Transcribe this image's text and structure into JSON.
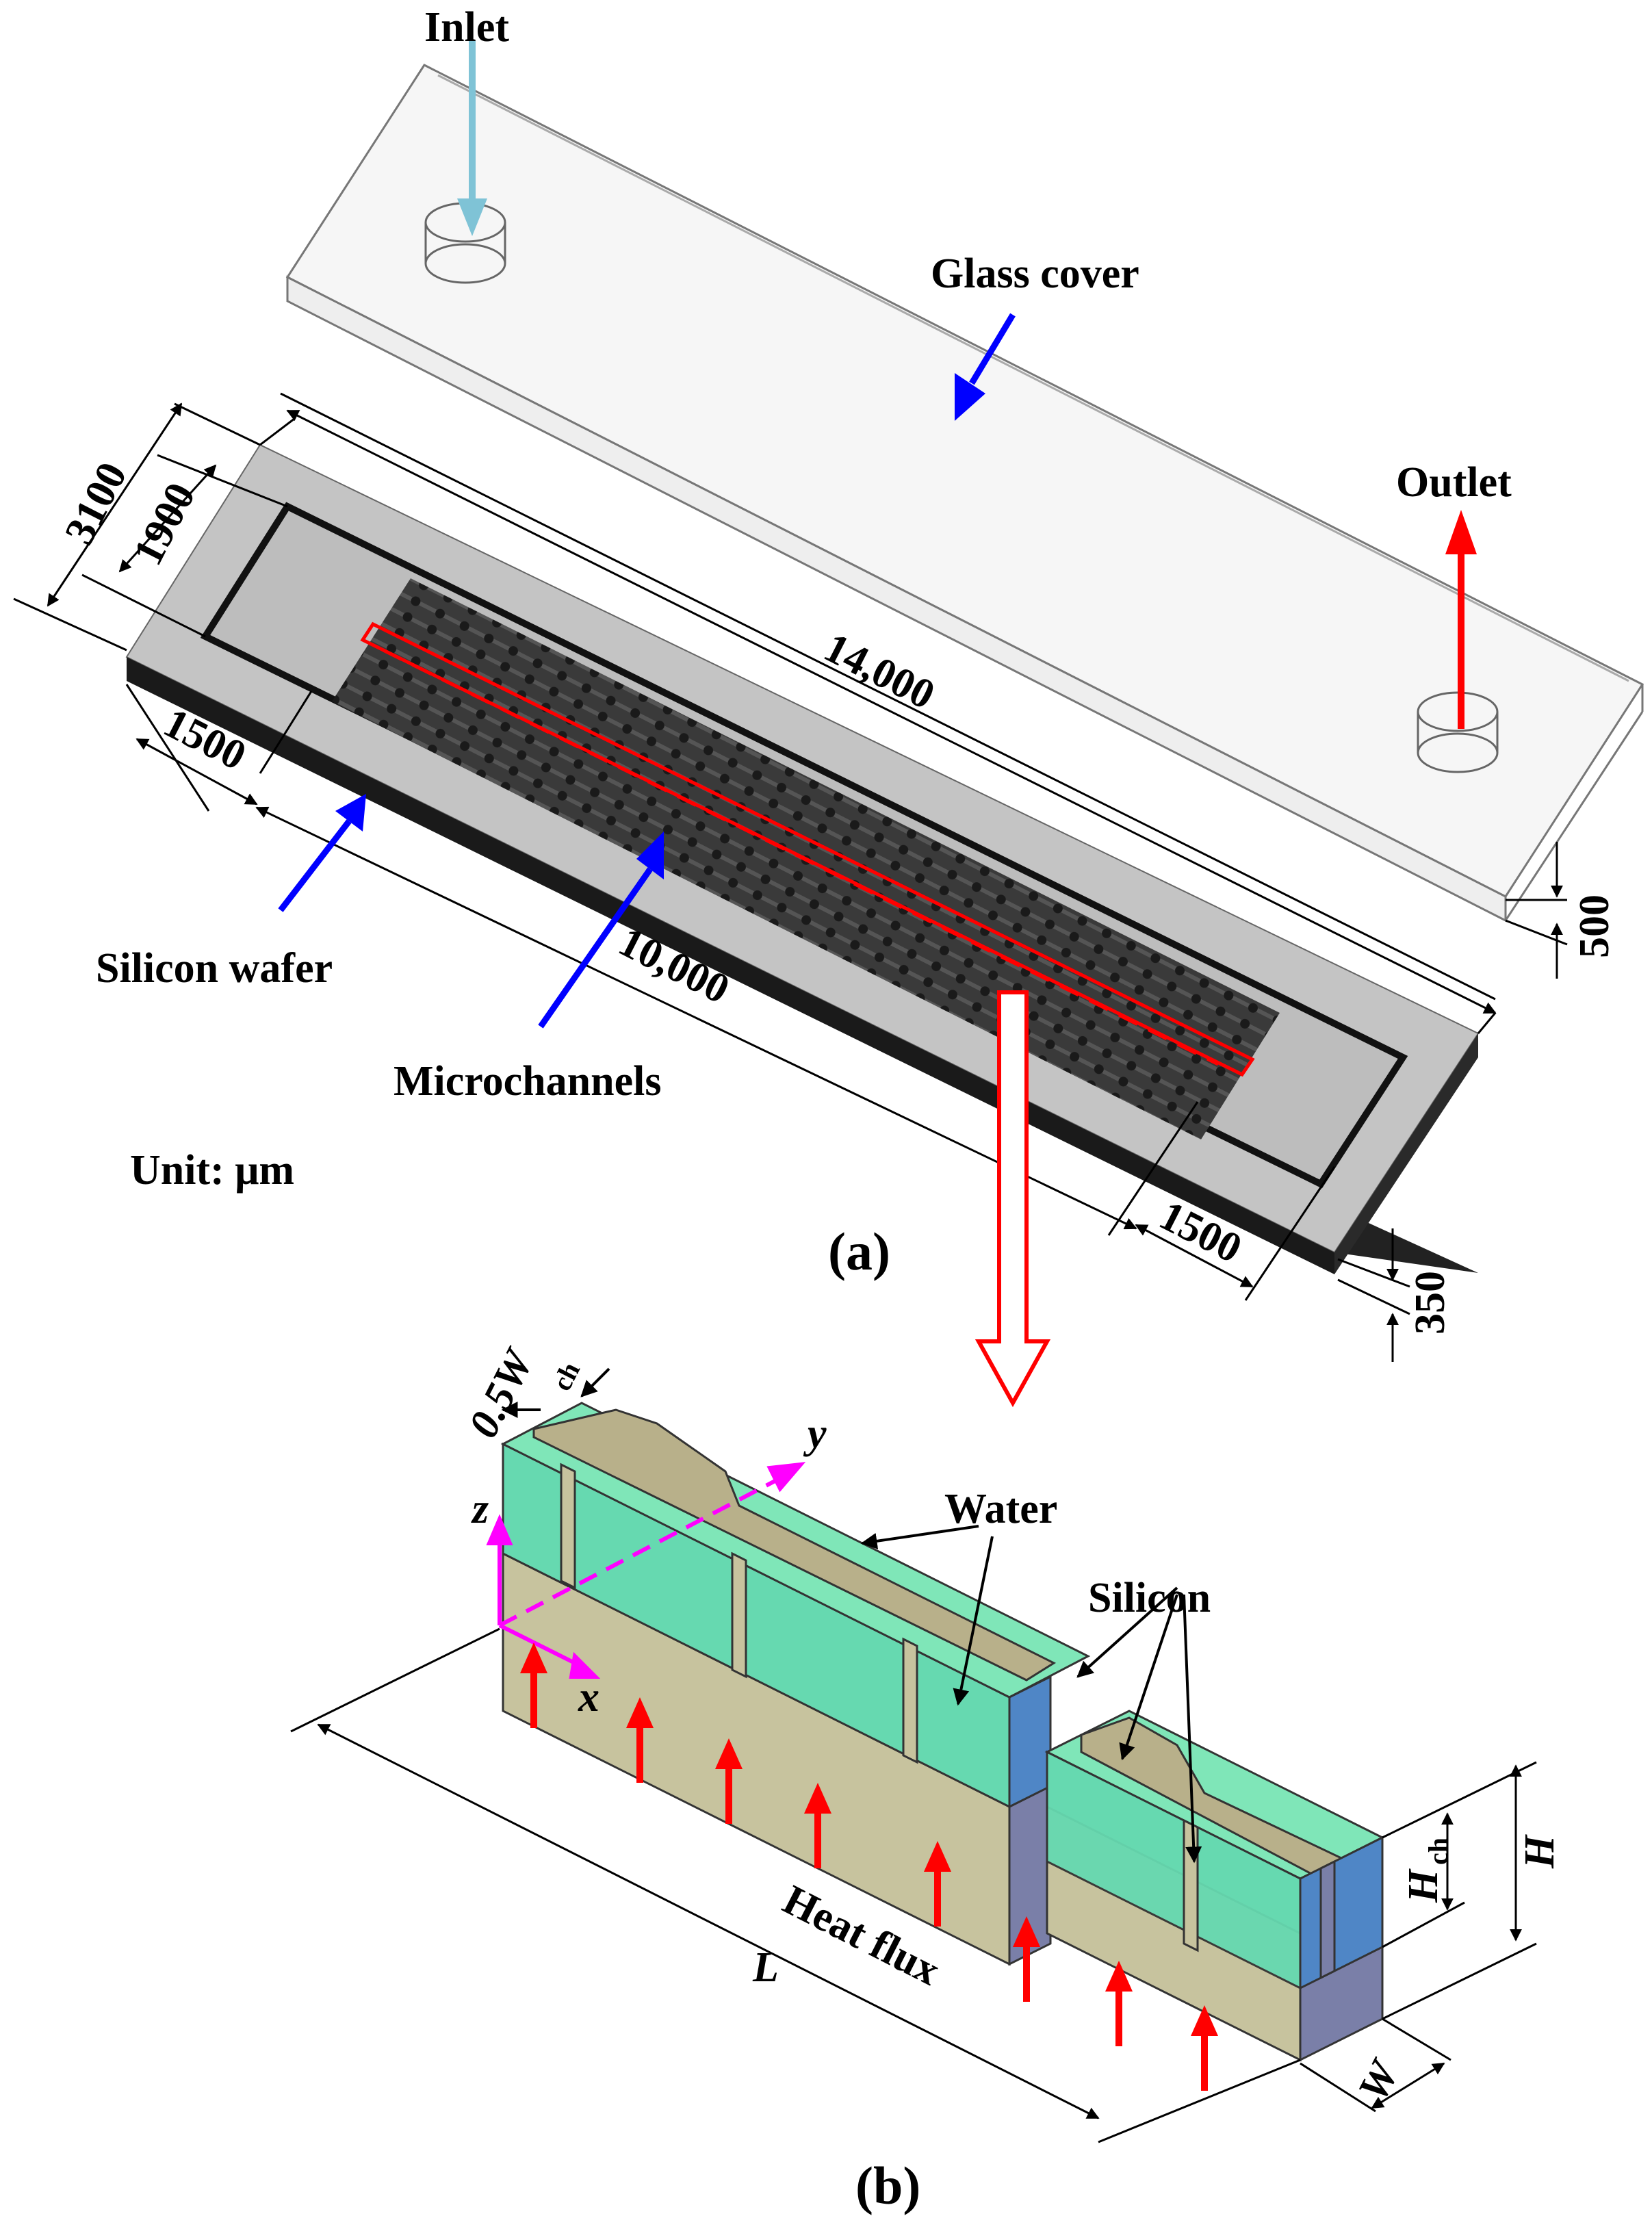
{
  "panel_a": {
    "inlet": "Inlet",
    "outlet": "Outlet",
    "glass_cover": "Glass cover",
    "silicon_wafer": "Silicon wafer",
    "microchannels": "Microchannels",
    "unit": "Unit: μm",
    "panel_label": "(a)",
    "dims": {
      "d3100": "3100",
      "d1900": "1900",
      "d14000": "14,000",
      "d1500_left": "1500",
      "d10000": "10,000",
      "d1500_right": "1500",
      "d500": "500",
      "d350": "350"
    }
  },
  "panel_b": {
    "width_label": "0.5W",
    "width_sub": "ch",
    "axis_x": "x",
    "axis_y": "y",
    "axis_z": "z",
    "water": "Water",
    "silicon": "Silicon",
    "heat_flux": "Heat flux",
    "L": "L",
    "W": "W",
    "H": "H",
    "Hch": "H",
    "Hch_sub": "ch",
    "panel_label": "(b)"
  },
  "colors": {
    "inlet_arrow": "#7fc3d6",
    "outlet_arrow": "#ff0000",
    "label_arrow": "#0000ff",
    "axis": "#ff00ff",
    "water": "#66d9b0",
    "silicon_top": "#b8b08a",
    "silicon_front": "#c7c39e",
    "side_blue": "#4f86c6",
    "heat_arrow": "#ff0000"
  }
}
